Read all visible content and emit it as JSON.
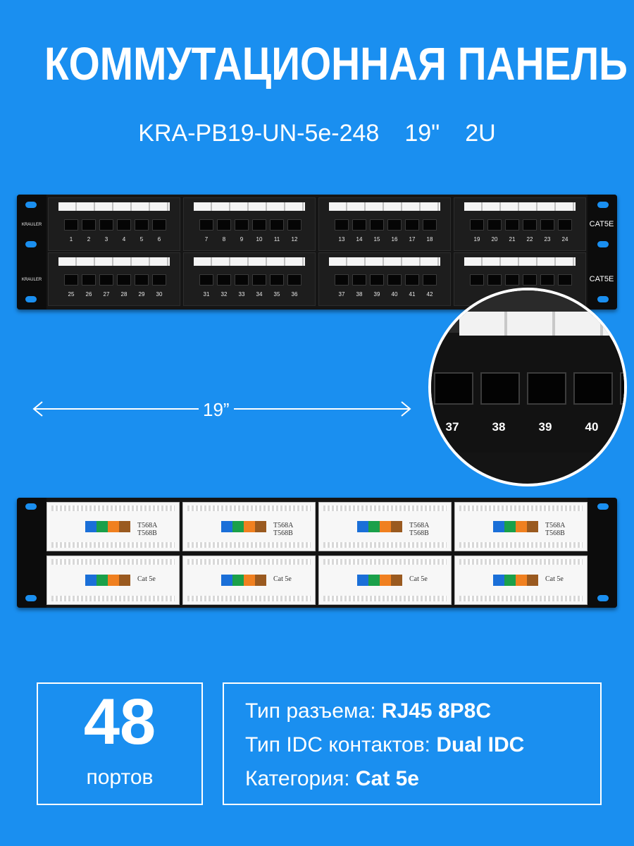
{
  "title": "КОММУТАЦИОННАЯ ПАНЕЛЬ",
  "subtitle": {
    "model": "KRA-PB19-UN-5e-248",
    "size": "19\"",
    "units": "2U"
  },
  "front_panel": {
    "brand": "KRAULER",
    "category": "CAT5E",
    "row1_modules": [
      [
        "1",
        "2",
        "3",
        "4",
        "5",
        "6"
      ],
      [
        "7",
        "8",
        "9",
        "10",
        "11",
        "12"
      ],
      [
        "13",
        "14",
        "15",
        "16",
        "17",
        "18"
      ],
      [
        "19",
        "20",
        "21",
        "22",
        "23",
        "24"
      ]
    ],
    "row2_modules": [
      [
        "25",
        "26",
        "27",
        "28",
        "29",
        "30"
      ],
      [
        "31",
        "32",
        "33",
        "34",
        "35",
        "36"
      ],
      [
        "37",
        "38",
        "39",
        "40",
        "41",
        "42"
      ]
    ]
  },
  "zoom": {
    "numbers": [
      "37",
      "38",
      "39",
      "40"
    ]
  },
  "width_label": "19”",
  "back_panel": {
    "label_a": "T568A",
    "label_b": "T568B",
    "category": "Cat 5e"
  },
  "ports": {
    "count": "48",
    "unit": "портов"
  },
  "specs": [
    {
      "label": "Тип разъема: ",
      "value": "RJ45 8P8C"
    },
    {
      "label": "Тип IDC контактов: ",
      "value": "Dual IDC"
    },
    {
      "label": "Категория: ",
      "value": "Cat 5e"
    }
  ],
  "colors": {
    "background": "#1a8ff0",
    "panel": "#151515",
    "text": "#ffffff"
  }
}
